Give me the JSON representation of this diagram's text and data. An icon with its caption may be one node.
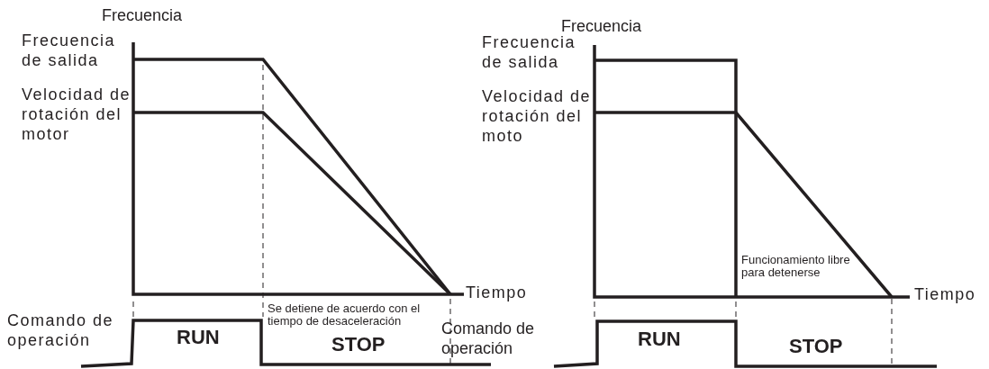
{
  "diagram": {
    "labels": [
      "Frecuencia",
      "Frecuencia de salida",
      "Velocidad de rotación del motor",
      "Tiempo",
      "Comando de operación",
      "RUN",
      "Se detiene de acuerdo con el tiempo de desaceleración",
      "STOP",
      "Frecuencia",
      "Frecuencia de salida",
      "Velocidad de rotación del moto",
      "Funcionamiento libre para detenerse",
      "Tiempo",
      "Comando de operación",
      "RUN",
      "STOP"
    ]
  }
}
